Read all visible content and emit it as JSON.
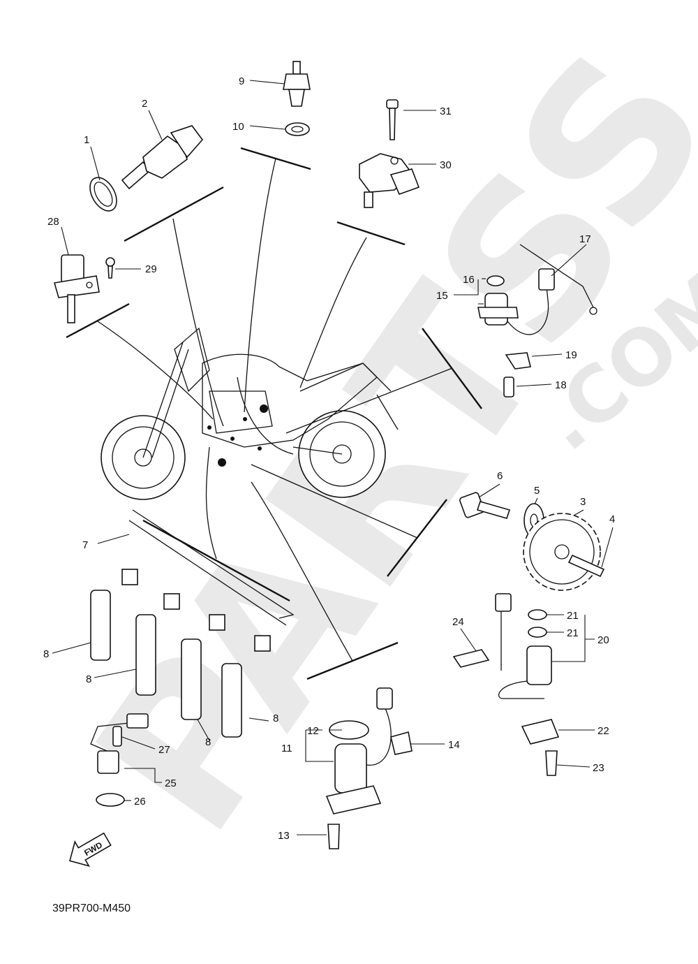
{
  "watermark": {
    "main": "PARTSS",
    "suffix": ".COM"
  },
  "diagram_code": "39PR700-M450",
  "fwd_badge": "FWD",
  "callouts": [
    {
      "id": "c1",
      "text": "1"
    },
    {
      "id": "c2",
      "text": "2"
    },
    {
      "id": "c3",
      "text": "3"
    },
    {
      "id": "c4",
      "text": "4"
    },
    {
      "id": "c5",
      "text": "5"
    },
    {
      "id": "c6",
      "text": "6"
    },
    {
      "id": "c7",
      "text": "7"
    },
    {
      "id": "c8a",
      "text": "8"
    },
    {
      "id": "c8b",
      "text": "8"
    },
    {
      "id": "c8c",
      "text": "8"
    },
    {
      "id": "c8d",
      "text": "8"
    },
    {
      "id": "c9",
      "text": "9"
    },
    {
      "id": "c10",
      "text": "10"
    },
    {
      "id": "c11",
      "text": "11"
    },
    {
      "id": "c12",
      "text": "12"
    },
    {
      "id": "c13",
      "text": "13"
    },
    {
      "id": "c14",
      "text": "14"
    },
    {
      "id": "c15",
      "text": "15"
    },
    {
      "id": "c16",
      "text": "16"
    },
    {
      "id": "c17",
      "text": "17"
    },
    {
      "id": "c18",
      "text": "18"
    },
    {
      "id": "c19",
      "text": "19"
    },
    {
      "id": "c20",
      "text": "20"
    },
    {
      "id": "c21a",
      "text": "21"
    },
    {
      "id": "c21b",
      "text": "21"
    },
    {
      "id": "c22",
      "text": "22"
    },
    {
      "id": "c23",
      "text": "23"
    },
    {
      "id": "c24",
      "text": "24"
    },
    {
      "id": "c25",
      "text": "25"
    },
    {
      "id": "c26",
      "text": "26"
    },
    {
      "id": "c27",
      "text": "27"
    },
    {
      "id": "c28",
      "text": "28"
    },
    {
      "id": "c29",
      "text": "29"
    },
    {
      "id": "c30",
      "text": "30"
    },
    {
      "id": "c31",
      "text": "31"
    }
  ]
}
